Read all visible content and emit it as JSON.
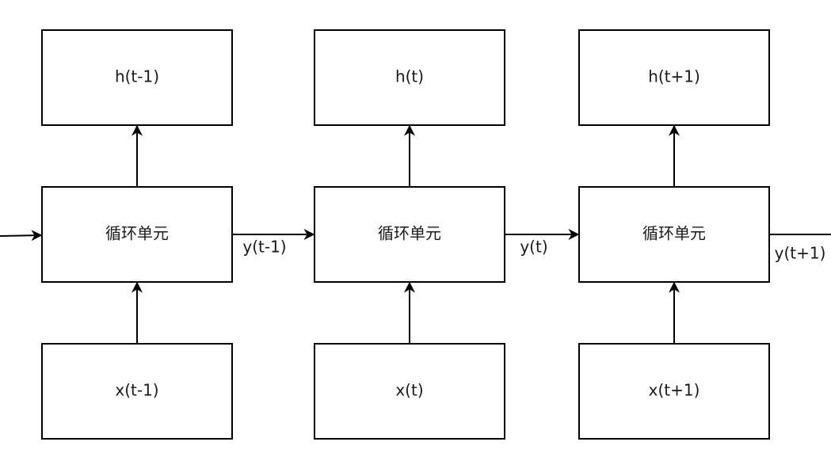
{
  "diagram": {
    "states": [
      "h(t-1)",
      "h(t)",
      "h(t+1)"
    ],
    "cells": [
      "循环单元",
      "循环单元",
      "循环单元"
    ],
    "inputs": [
      "x(t-1)",
      "x(t)",
      "x(t+1)"
    ],
    "outputs": [
      "y(t-1)",
      "y(t)",
      "y(t+1)"
    ]
  },
  "colors": {
    "stroke": "#000000",
    "fill": "#ffffff",
    "text": "#1a1a1a"
  }
}
